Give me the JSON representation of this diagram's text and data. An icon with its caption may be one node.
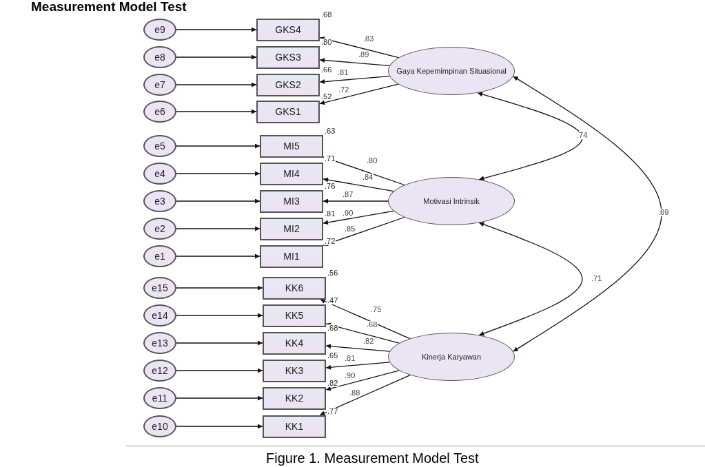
{
  "diagram": {
    "title": "Measurement Model Test",
    "caption": "Figure 1. Measurement Model Test",
    "nodes": [
      {
        "text": [
          "e9"
        ]
      },
      {
        "text": [
          "e8"
        ]
      },
      {
        "text": [
          "e7"
        ]
      },
      {
        "text": [
          "e6"
        ]
      },
      {
        "text": [
          "e5"
        ]
      },
      {
        "text": [
          "e4"
        ]
      },
      {
        "text": [
          "e3"
        ]
      },
      {
        "text": [
          "e2"
        ]
      },
      {
        "text": [
          "e1"
        ]
      },
      {
        "text": [
          "e15"
        ]
      },
      {
        "text": [
          "e14"
        ]
      },
      {
        "text": [
          "e13"
        ]
      },
      {
        "text": [
          "e12"
        ]
      },
      {
        "text": [
          "e11"
        ]
      },
      {
        "text": [
          "e10"
        ]
      },
      {
        "text": [
          "GKS4"
        ],
        "beside": [
          ".68"
        ]
      },
      {
        "text": [
          "GKS3"
        ],
        "beside": [
          ".80"
        ]
      },
      {
        "text": [
          "GKS2"
        ],
        "beside": [
          ".66"
        ]
      },
      {
        "text": [
          "GKS1"
        ],
        "beside": [
          ".52"
        ]
      },
      {
        "text": [
          "MI5"
        ],
        "beside": [
          ".63"
        ]
      },
      {
        "text": [
          "MI4"
        ],
        "beside": [
          ".71"
        ]
      },
      {
        "text": [
          "MI3"
        ],
        "beside": [
          ".76"
        ]
      },
      {
        "text": [
          "MI2"
        ],
        "beside": [
          ".81"
        ]
      },
      {
        "text": [
          "MI1"
        ],
        "beside": [
          ".72"
        ]
      },
      {
        "text": [
          "KK6"
        ],
        "beside": [
          ".56"
        ]
      },
      {
        "text": [
          "KK5"
        ],
        "beside": [
          ".47"
        ]
      },
      {
        "text": [
          "KK4"
        ],
        "beside": [
          ".68"
        ]
      },
      {
        "text": [
          "KK3"
        ],
        "beside": [
          ".65"
        ]
      },
      {
        "text": [
          "KK2"
        ],
        "beside": [
          ".82"
        ]
      },
      {
        "text": [
          "KK1"
        ],
        "beside": [
          ".77"
        ]
      },
      {
        "text": [
          "Gaya Kepemimpinan Situasional"
        ]
      },
      {
        "text": [
          "Motivasi Intrinsik"
        ]
      },
      {
        "text": [
          "Kinerja Karyawan"
        ]
      }
    ],
    "edges": [
      {
        "from": 0,
        "to": 15,
        "arrow": "to"
      },
      {
        "from": 1,
        "to": 16,
        "arrow": "to"
      },
      {
        "from": 2,
        "to": 17,
        "arrow": "to"
      },
      {
        "from": 3,
        "to": 18,
        "arrow": "to"
      },
      {
        "from": 4,
        "to": 19,
        "arrow": "to"
      },
      {
        "from": 5,
        "to": 20,
        "arrow": "to"
      },
      {
        "from": 6,
        "to": 21,
        "arrow": "to"
      },
      {
        "from": 7,
        "to": 22,
        "arrow": "to"
      },
      {
        "from": 8,
        "to": 23,
        "arrow": "to"
      },
      {
        "from": 9,
        "to": 24,
        "arrow": "to"
      },
      {
        "from": 10,
        "to": 25,
        "arrow": "to"
      },
      {
        "from": 11,
        "to": 26,
        "arrow": "to"
      },
      {
        "from": 12,
        "to": 27,
        "arrow": "to"
      },
      {
        "from": 13,
        "to": 28,
        "arrow": "to"
      },
      {
        "from": 14,
        "to": 29,
        "arrow": "to"
      },
      {
        "from": 30,
        "to": 15,
        "arrow": "to",
        "label": ".83"
      },
      {
        "from": 30,
        "to": 16,
        "arrow": "to",
        "label": ".89"
      },
      {
        "from": 30,
        "to": 17,
        "arrow": "to",
        "label": ".81"
      },
      {
        "from": 30,
        "to": 18,
        "arrow": "to",
        "label": ".72"
      },
      {
        "from": 31,
        "to": 19,
        "arrow": "to",
        "label": ".80"
      },
      {
        "from": 31,
        "to": 20,
        "arrow": "to",
        "label": ".84"
      },
      {
        "from": 31,
        "to": 21,
        "arrow": "to",
        "label": ".87"
      },
      {
        "from": 31,
        "to": 22,
        "arrow": "to",
        "label": ".90"
      },
      {
        "from": 31,
        "to": 23,
        "arrow": "to",
        "label": ".85"
      },
      {
        "from": 32,
        "to": 24,
        "arrow": "to",
        "label": ".75"
      },
      {
        "from": 32,
        "to": 25,
        "arrow": "to",
        "label": ".68"
      },
      {
        "from": 32,
        "to": 26,
        "arrow": "to",
        "label": ".82"
      },
      {
        "from": 32,
        "to": 27,
        "arrow": "to",
        "label": ".81"
      },
      {
        "from": 32,
        "to": 28,
        "arrow": "to",
        "label": ".90"
      },
      {
        "from": 32,
        "to": 29,
        "arrow": "to",
        "label": ".88"
      },
      {
        "from": 30,
        "to": 31,
        "arrow": "both",
        "label": ".74"
      },
      {
        "from": 31,
        "to": 32,
        "arrow": "both",
        "label": ".71"
      },
      {
        "from": 30,
        "to": 32,
        "arrow": "both",
        "label": ".69"
      }
    ]
  }
}
